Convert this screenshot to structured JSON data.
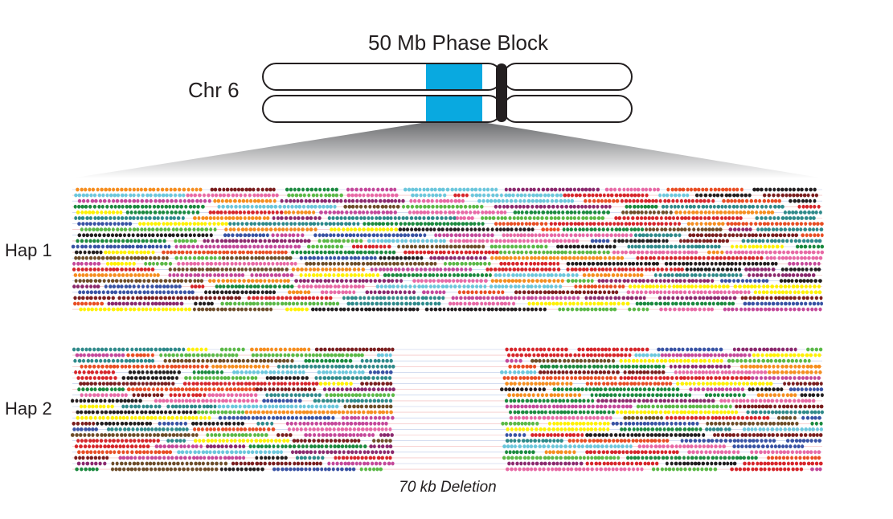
{
  "title": "50 Mb Phase Block",
  "chromosome_label": "Chr 6",
  "haplotypes": [
    {
      "label": "Hap 1",
      "deletion": null
    },
    {
      "label": "Hap 2",
      "deletion": {
        "label": "70 kb Deletion"
      }
    }
  ],
  "colors": {
    "phase_block": "#09a9e0",
    "centromere": "#231f20",
    "zoom_shade_top": "#6d6e71",
    "zoom_shade_bottom": "#ffffff",
    "read_palette": [
      "#d7262b",
      "#3953a4",
      "#c4499b",
      "#1b8a3f",
      "#7a1f1f",
      "#e94e24",
      "#231f20",
      "#6cc7dc",
      "#5bb947",
      "#f68e1f",
      "#fff200",
      "#2f8a8a",
      "#8b2a6e",
      "#e86aa6",
      "#6e4e2a"
    ]
  }
}
